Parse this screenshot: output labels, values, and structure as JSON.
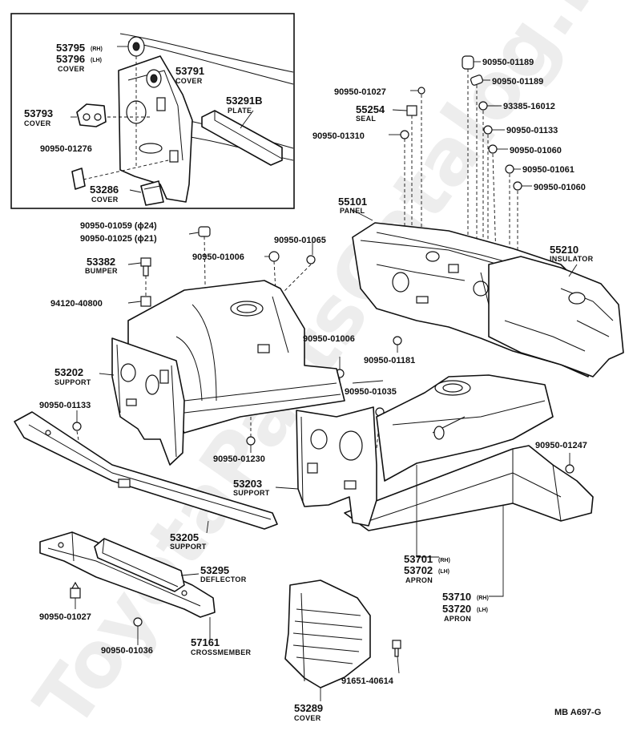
{
  "watermark": "ToyotaPartsCatalog.ru",
  "diagram_ref": "MB A697-G",
  "inset": {
    "parts": [
      {
        "number": "53795",
        "side": "(RH)",
        "number2": "53796",
        "side2": "(LH)",
        "desc": "COVER"
      },
      {
        "number": "53791",
        "desc": "COVER"
      },
      {
        "number": "53793",
        "desc": "COVER"
      },
      {
        "number": "53291B",
        "desc": "PLATE"
      },
      {
        "number": "90950-01276"
      },
      {
        "number": "53286",
        "desc": "COVER"
      }
    ]
  },
  "parts": {
    "p90950_01027_top": "90950-01027",
    "p55254": {
      "number": "55254",
      "desc": "SEAL"
    },
    "p90950_01310": "90950-01310",
    "p90950_01189_a": "90950-01189",
    "p90950_01189_b": "90950-01189",
    "p93385_16012": "93385-16012",
    "p90950_01133_r": "90950-01133",
    "p90950_01060_a": "90950-01060",
    "p90950_01061": "90950-01061",
    "p90950_01060_b": "90950-01060",
    "p55101": {
      "number": "55101",
      "desc": "PANEL"
    },
    "p55210": {
      "number": "55210",
      "desc": "INSULATOR"
    },
    "p90950_01059": "90950-01059 (ϕ24)",
    "p90950_01025": "90950-01025 (ϕ21)",
    "p90950_01065": "90950-01065",
    "p53382": {
      "number": "53382",
      "desc": "BUMPER"
    },
    "p90950_01006_a": "90950-01006",
    "p94120_40800": "94120-40800",
    "p90950_01006_b": "90950-01006",
    "p90950_01181": "90950-01181",
    "p53202": {
      "number": "53202",
      "desc": "SUPPORT"
    },
    "p90950_01035": "90950-01035",
    "p90950_01133_l": "90950-01133",
    "p90950_01230": "90950-01230",
    "p90950_01247": "90950-01247",
    "p53203": {
      "number": "53203",
      "desc": "SUPPORT"
    },
    "p53205": {
      "number": "53205",
      "desc": "SUPPORT"
    },
    "p53701": {
      "number": "53701",
      "side": "(RH)",
      "number2": "53702",
      "side2": "(LH)",
      "desc": "APRON"
    },
    "p53295": {
      "number": "53295",
      "desc": "DEFLECTOR"
    },
    "p53710": {
      "number": "53710",
      "side": "(RH)",
      "number2": "53720",
      "side2": "(LH)",
      "desc": "APRON"
    },
    "p90950_01027_bot": "90950-01027",
    "p90950_01036": "90950-01036",
    "p57161": {
      "number": "57161",
      "desc": "CROSSMEMBER"
    },
    "p91651_40614": "91651-40614",
    "p53289": {
      "number": "53289",
      "desc": "COVER"
    }
  }
}
